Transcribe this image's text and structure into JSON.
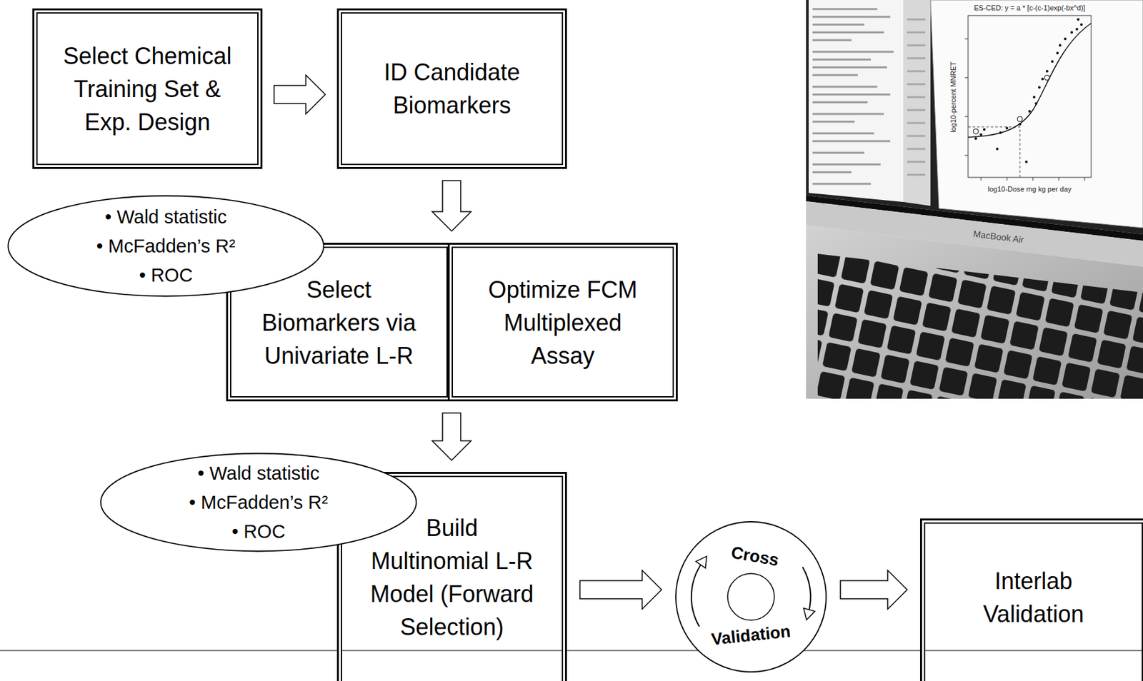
{
  "diagram": {
    "nodes": [
      {
        "text": [
          "Select Chemical Training Set & Exp. Design"
        ]
      },
      {
        "text": [
          "ID Candidate Biomarkers"
        ]
      },
      {
        "text": [
          "• Wald statistic",
          "• McFadden’s R²",
          "• ROC"
        ]
      },
      {
        "text": [
          "Select Biomarkers via Univariate L-R"
        ]
      },
      {
        "text": [
          "Optimize FCM Multiplexed Assay"
        ]
      },
      {
        "text": [
          "• Wald statistic",
          "• McFadden’s R²",
          "• ROC"
        ]
      },
      {
        "text": [
          "Build Multinomial L-R Model (Forward Selection)"
        ]
      },
      {
        "text": [
          "Cross",
          "Validation"
        ]
      },
      {
        "text": [
          "Interlab Validation"
        ]
      }
    ],
    "edges": [
      {
        "from": 0,
        "to": 1,
        "arrow": "to"
      },
      {
        "from": 1,
        "to": 3,
        "arrow": "to"
      },
      {
        "from": 3,
        "to": 6,
        "arrow": "to"
      },
      {
        "from": 6,
        "to": 7,
        "arrow": "to"
      },
      {
        "from": 7,
        "to": 8,
        "arrow": "to"
      }
    ],
    "labels": [
      "ES-CED: y = a * [c-(c-1)exp(-bx^d)]",
      "log10-percent MNRET",
      "log10-Dose mg kg per day",
      "MacBook Air"
    ]
  }
}
